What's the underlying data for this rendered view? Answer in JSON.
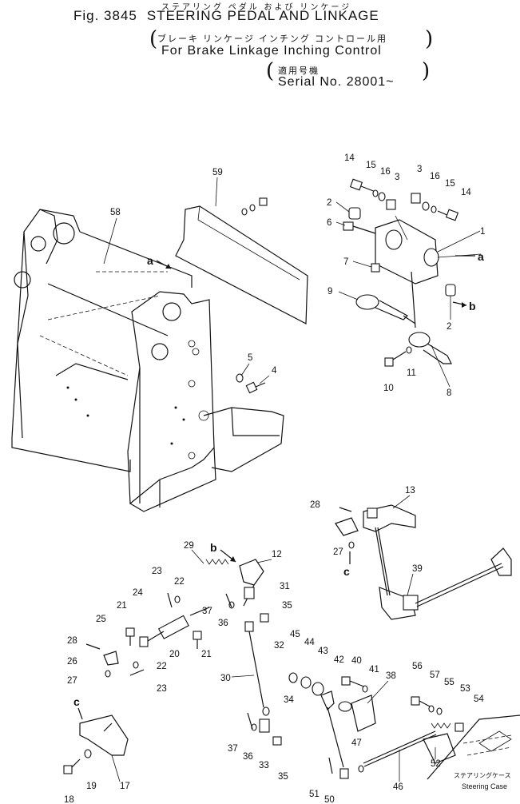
{
  "header": {
    "fig_no": "Fig. 3845",
    "title_jp": "ステアリング ペダル および リンケージ",
    "title_en": "STEERING PEDAL AND LINKAGE",
    "subtitle_jp": "ブレーキ リンケージ インチング コントロール用",
    "subtitle_en": "For Brake Linkage Inching Control",
    "serial_jp": "適用号機",
    "serial_en": "Serial No. 28001~"
  },
  "callouts": [
    "1",
    "2",
    "3",
    "4",
    "5",
    "6",
    "7",
    "8",
    "9",
    "10",
    "11",
    "12",
    "13",
    "14",
    "15",
    "16",
    "17",
    "18",
    "19",
    "20",
    "21",
    "22",
    "23",
    "24",
    "25",
    "26",
    "27",
    "28",
    "29",
    "30",
    "31",
    "32",
    "33",
    "34",
    "35",
    "36",
    "37",
    "38",
    "39",
    "40",
    "41",
    "42",
    "43",
    "44",
    "45",
    "46",
    "47",
    "50",
    "51",
    "52",
    "53",
    "54",
    "55",
    "56",
    "57",
    "58",
    "59"
  ],
  "reference_letters": [
    "a",
    "b",
    "c"
  ],
  "steering_case": {
    "label_jp": "ステアリングケース",
    "label_en": "Steering Case"
  }
}
